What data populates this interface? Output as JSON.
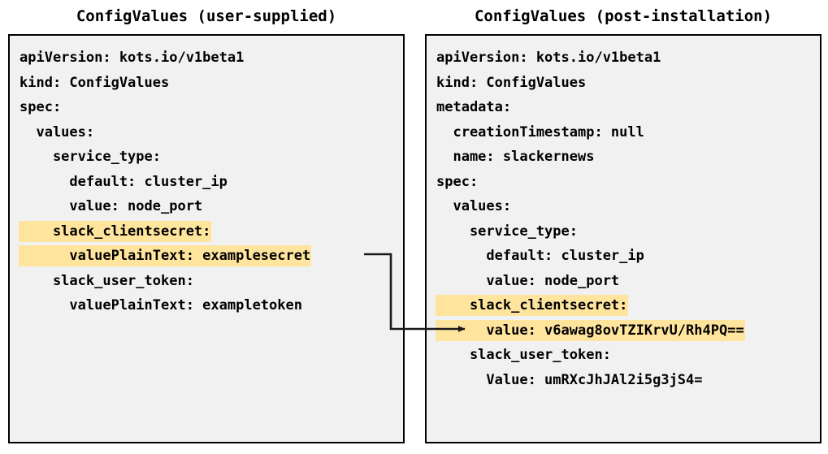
{
  "panels": {
    "left": {
      "title": "ConfigValues (user-supplied)",
      "lines": [
        {
          "text": "apiVersion: kots.io/v1beta1",
          "indent": 0,
          "highlight": false
        },
        {
          "text": "kind: ConfigValues",
          "indent": 0,
          "highlight": false
        },
        {
          "text": "spec:",
          "indent": 0,
          "highlight": false
        },
        {
          "text": "values:",
          "indent": 1,
          "highlight": false
        },
        {
          "text": "service_type:",
          "indent": 2,
          "highlight": false
        },
        {
          "text": "default: cluster_ip",
          "indent": 3,
          "highlight": false
        },
        {
          "text": "value: node_port",
          "indent": 3,
          "highlight": false
        },
        {
          "text": "slack_clientsecret:",
          "indent": 2,
          "highlight": true
        },
        {
          "text": "valuePlainText: examplesecret",
          "indent": 3,
          "highlight": true
        },
        {
          "text": "slack_user_token:",
          "indent": 2,
          "highlight": false
        },
        {
          "text": "valuePlainText: exampletoken",
          "indent": 3,
          "highlight": false
        }
      ]
    },
    "right": {
      "title": "ConfigValues (post-installation)",
      "lines": [
        {
          "text": "apiVersion: kots.io/v1beta1",
          "indent": 0,
          "highlight": false
        },
        {
          "text": "kind: ConfigValues",
          "indent": 0,
          "highlight": false
        },
        {
          "text": "metadata:",
          "indent": 0,
          "highlight": false
        },
        {
          "text": "creationTimestamp: null",
          "indent": 1,
          "highlight": false
        },
        {
          "text": "name: slackernews",
          "indent": 1,
          "highlight": false
        },
        {
          "text": "spec:",
          "indent": 0,
          "highlight": false
        },
        {
          "text": "values:",
          "indent": 1,
          "highlight": false
        },
        {
          "text": "service_type:",
          "indent": 2,
          "highlight": false
        },
        {
          "text": "default: cluster_ip",
          "indent": 3,
          "highlight": false
        },
        {
          "text": "value: node_port",
          "indent": 3,
          "highlight": false
        },
        {
          "text": "slack_clientsecret:",
          "indent": 2,
          "highlight": true
        },
        {
          "text": "value: v6awag8ovTZIKrvU/Rh4PQ==",
          "indent": 3,
          "highlight": true
        },
        {
          "text": "slack_user_token:",
          "indent": 2,
          "highlight": false
        },
        {
          "text": "Value: umRXcJhJAl2i5g3jS4=",
          "indent": 3,
          "highlight": false
        }
      ]
    }
  },
  "connector": {
    "label": "maps-user-supplied-secret-to-encrypted-value",
    "from_line": "valuePlainText: examplesecret",
    "to_line": "value: v6awag8ovTZIKrvU/Rh4PQ=="
  },
  "colors": {
    "highlight": "#ffe49e",
    "panel_background": "#f1f1f1",
    "panel_border": "#000000",
    "text": "#000000",
    "page_background": "#ffffff"
  }
}
